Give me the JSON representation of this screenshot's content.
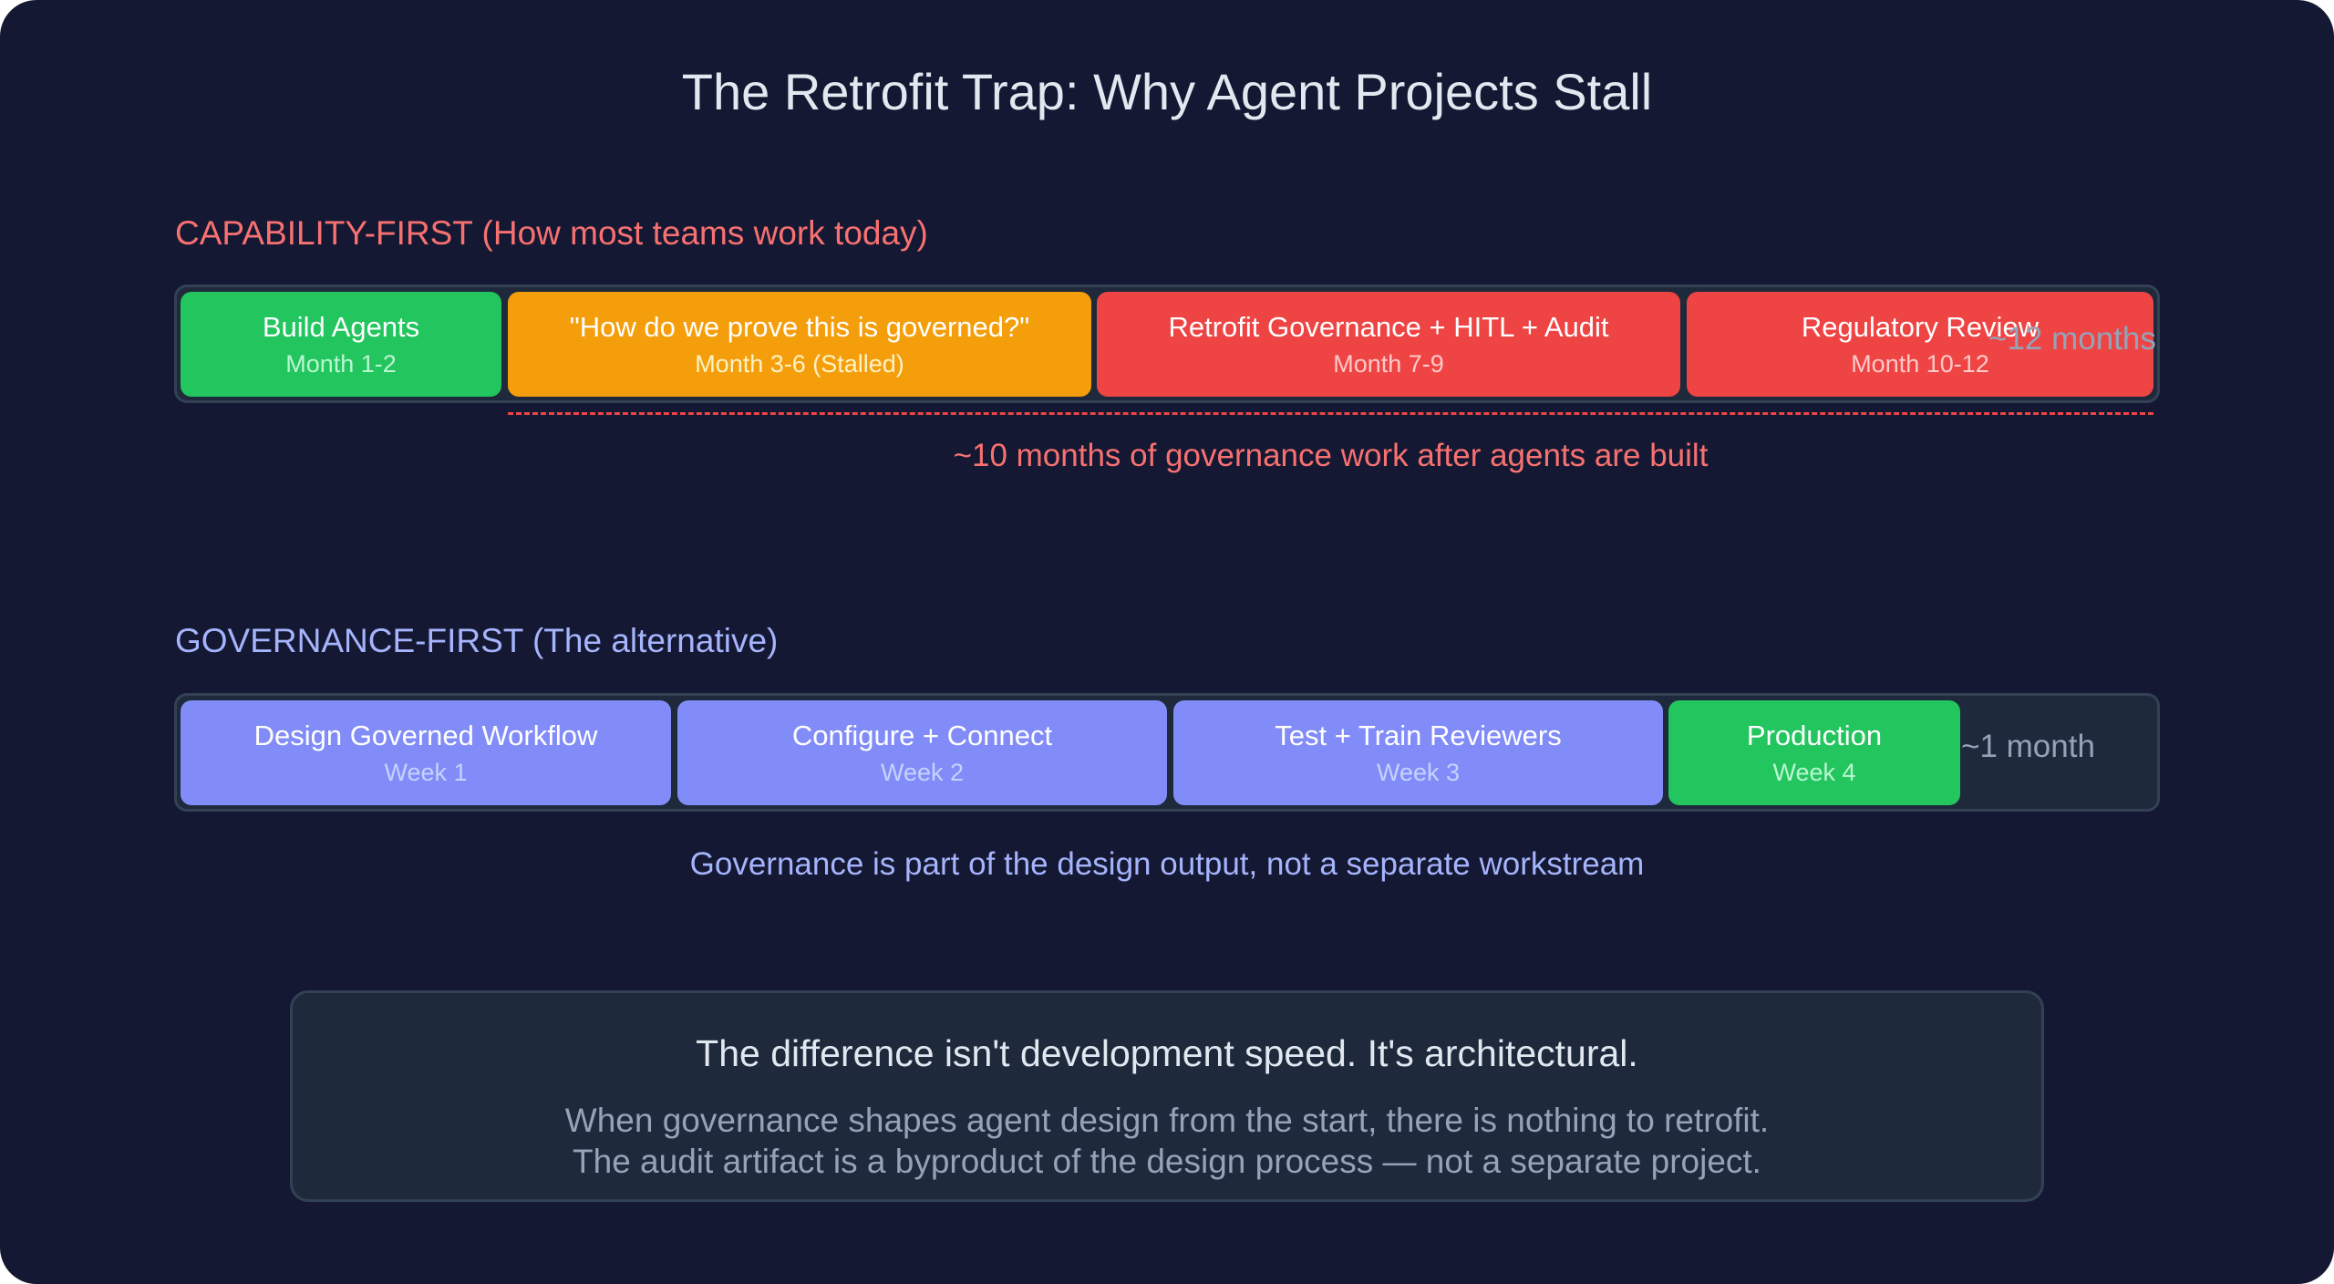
{
  "title": "The Retrofit Trap: Why Agent Projects Stall",
  "colors": {
    "background": "#141832",
    "track": "#1e293b",
    "track_border": "#334155",
    "green": "#22c55e",
    "amber": "#f59e0b",
    "red": "#ef4444",
    "indigo": "#818cf8",
    "capability_label": "#f87171",
    "governance_label": "#a5b4fc",
    "muted": "#94a3b8"
  },
  "capability_first": {
    "label": "CAPABILITY-FIRST (How most teams work today)",
    "total": "~12 months",
    "phases": [
      {
        "title": "Build Agents",
        "period": "Month 1-2",
        "color": "#22c55e"
      },
      {
        "title": "\"How do we prove this is governed?\"",
        "period": "Month 3-6 (Stalled)",
        "color": "#f59e0b"
      },
      {
        "title": "Retrofit Governance + HITL + Audit",
        "period": "Month 7-9",
        "color": "#ef4444"
      },
      {
        "title": "Regulatory Review",
        "period": "Month 10-12",
        "color": "#ef4444"
      }
    ],
    "annotation": "~10 months of governance work after agents are built"
  },
  "governance_first": {
    "label": "GOVERNANCE-FIRST (The alternative)",
    "total": "~1 month",
    "phases": [
      {
        "title": "Design Governed Workflow",
        "period": "Week 1",
        "color": "#818cf8"
      },
      {
        "title": "Configure + Connect",
        "period": "Week 2",
        "color": "#818cf8"
      },
      {
        "title": "Test + Train Reviewers",
        "period": "Week 3",
        "color": "#818cf8"
      },
      {
        "title": "Production",
        "period": "Week 4",
        "color": "#22c55e"
      }
    ],
    "annotation": "Governance is part of the design output, not a separate workstream"
  },
  "footer": {
    "headline": "The difference isn't development speed. It's architectural.",
    "body_line_1": "When governance shapes agent design from the start, there is nothing to retrofit.",
    "body_line_2": "The audit artifact is a byproduct of the design process — not a separate project."
  }
}
